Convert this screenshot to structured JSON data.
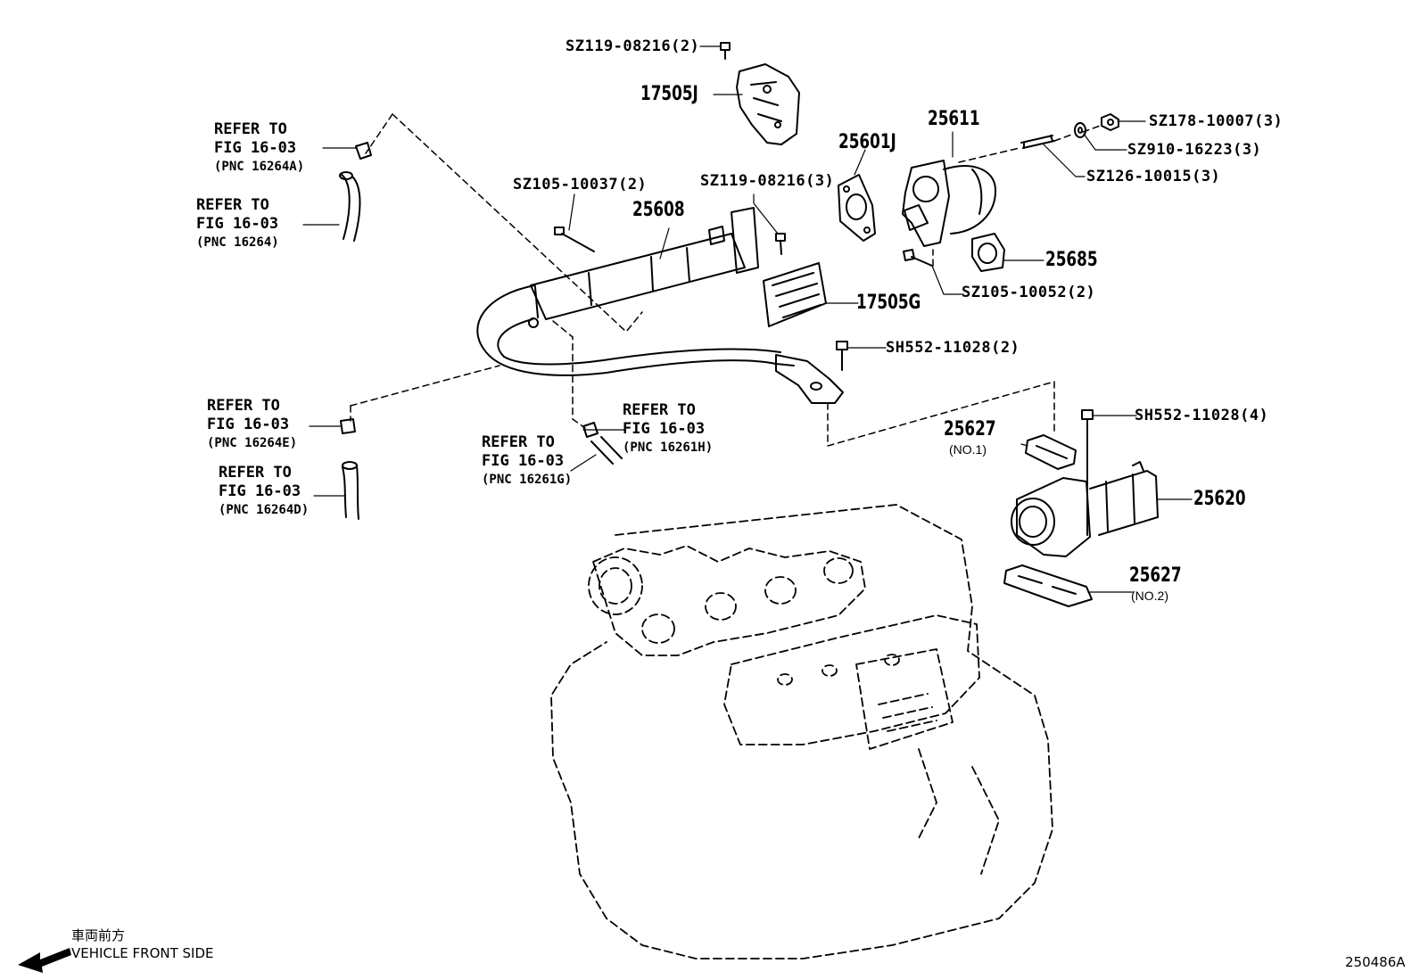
{
  "parts": {
    "p_17505J": "17505J",
    "p_25608": "25608",
    "p_25601J": "25601J",
    "p_25611": "25611",
    "p_25685": "25685",
    "p_17505G": "17505G",
    "p_25627_a": "25627",
    "p_25627_a_sub": "(NO.1)",
    "p_25620": "25620",
    "p_25627_b": "25627",
    "p_25627_b_sub": "(NO.2)"
  },
  "fasteners": {
    "f_sz119_top": "SZ119-08216(2)",
    "f_sz178": "SZ178-10007(3)",
    "f_sz910": "SZ910-16223(3)",
    "f_sz126": "SZ126-10015(3)",
    "f_sz105_a": "SZ105-10037(2)",
    "f_sz119_mid": "SZ119-08216(3)",
    "f_sz105_b": "SZ105-10052(2)",
    "f_sh552_a": "SH552-11028(2)",
    "f_sh552_b": "SH552-11028(4)"
  },
  "refs": [
    {
      "line1": "REFER TO",
      "line2": "FIG 16-03",
      "line3": "(PNC 16264A)"
    },
    {
      "line1": "REFER TO",
      "line2": "FIG 16-03",
      "line3": "(PNC 16264)"
    },
    {
      "line1": "REFER TO",
      "line2": "FIG 16-03",
      "line3": "(PNC 16264E)"
    },
    {
      "line1": "REFER TO",
      "line2": "FIG 16-03",
      "line3": "(PNC 16264D)"
    },
    {
      "line1": "REFER TO",
      "line2": "FIG 16-03",
      "line3": "(PNC 16261H)"
    },
    {
      "line1": "REFER TO",
      "line2": "FIG 16-03",
      "line3": "(PNC 16261G)"
    }
  ],
  "footer": {
    "direction_jp": "車両前方",
    "direction_en": "VEHICLE FRONT SIDE",
    "figure_id": "250486A"
  }
}
